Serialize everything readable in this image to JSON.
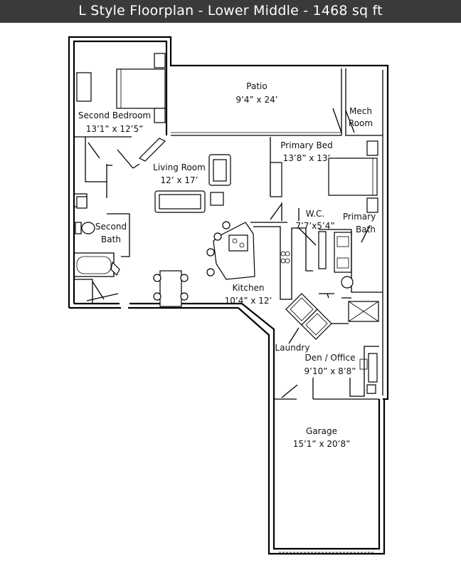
{
  "title": "L Style Floorplan - Lower Middle - 1468 sq ft",
  "rooms": [
    {
      "id": "second-bedroom",
      "name": "Second Bedroom",
      "size": "13’1” x 12’5”"
    },
    {
      "id": "patio",
      "name": "Patio",
      "size": "9’4” x 24’"
    },
    {
      "id": "mech-room",
      "name_line1": "Mech",
      "name_line2": "Room"
    },
    {
      "id": "living-room",
      "name": "Living Room",
      "size": "12’ x 17’"
    },
    {
      "id": "primary-bed",
      "name": "Primary Bed",
      "size": "13’8” x 13’"
    },
    {
      "id": "second-bath",
      "name_line1": "Second",
      "name_line2": "Bath"
    },
    {
      "id": "wc",
      "name": "W.C.",
      "size": "7’7’x5’4”"
    },
    {
      "id": "primary-bath",
      "name_line1": "Primary",
      "name_line2": "Bath"
    },
    {
      "id": "kitchen",
      "name": "Kitchen",
      "size": "10’4” x 12’"
    },
    {
      "id": "laundry",
      "name": "Laundry"
    },
    {
      "id": "den-office",
      "name": "Den / Office",
      "size": "9’10” x 8’8”"
    },
    {
      "id": "garage",
      "name": "Garage",
      "size": "15’1” x 20’8”"
    }
  ]
}
